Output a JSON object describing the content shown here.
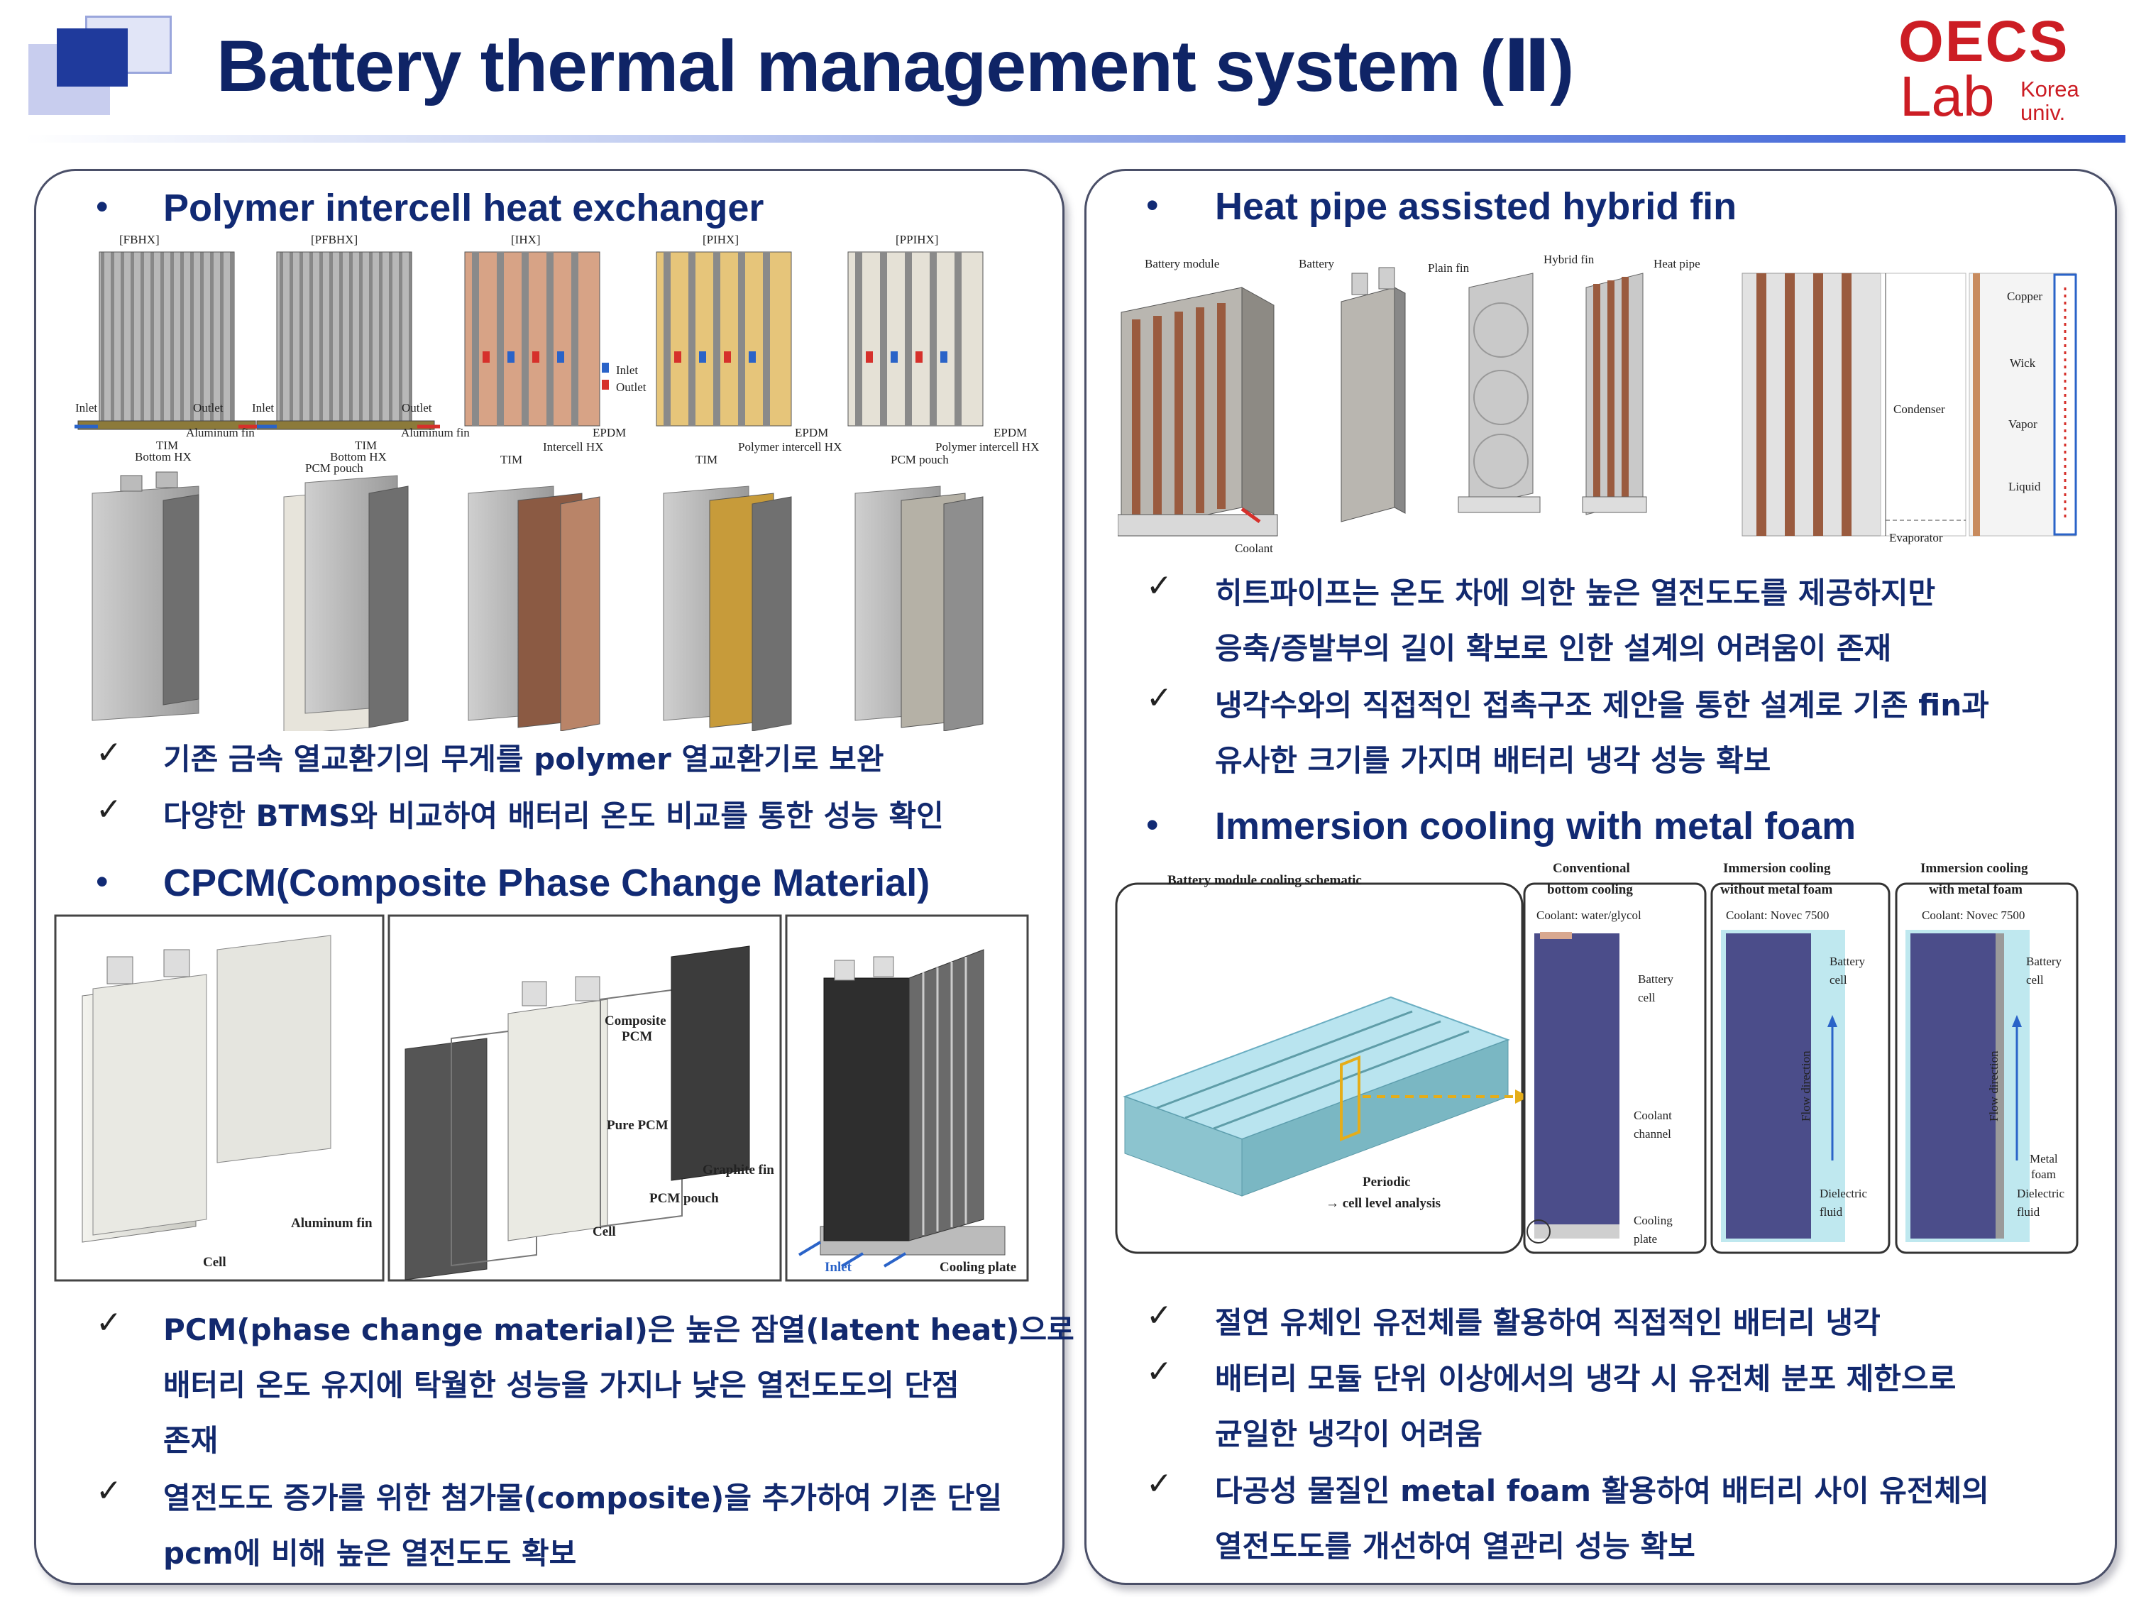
{
  "header": {
    "title": "Battery thermal management system (Ⅱ)",
    "lab_logo": {
      "top": "OECS",
      "bottom": "Lab",
      "sub_line1": "Korea",
      "sub_line2": "univ."
    }
  },
  "left": {
    "section1": {
      "heading": "Polymer intercell heat exchanger",
      "fig_labels": {
        "fbhx": "[FBHX]",
        "pfbhx": "[PFBHX]",
        "ihx": "[IHX]",
        "pihx": "[PIHX]",
        "ppihx": "[PPIHX]",
        "inlet": "Inlet",
        "outlet": "Outlet",
        "aluminum_fin": "Aluminum fin",
        "tim": "TIM",
        "bottom_hx": "Bottom HX",
        "pcm_pouch": "PCM pouch",
        "intercell_hx": "Intercell HX",
        "epdm": "EPDM",
        "polymer_intercell_hx": "Polymer intercell HX"
      },
      "checks": [
        "기존 금속 열교환기의 무게를 polymer 열교환기로 보완",
        "다양한 BTMS와 비교하여 배터리 온도 비교를 통한 성능 확인"
      ]
    },
    "section2": {
      "heading": "CPCM(Composite Phase Change Material)",
      "fig_labels": {
        "cell": "Cell",
        "aluminum_fin": "Aluminum fin",
        "composite_pcm_1": "Composite",
        "composite_pcm_2": "PCM",
        "pure_pcm": "Pure PCM",
        "graphite_fin": "Graphite fin",
        "pcm_pouch": "PCM pouch",
        "cell2": "Cell",
        "inlet": "Inlet",
        "cooling_plate": "Cooling plate"
      },
      "checks": [
        {
          "line1": "PCM(phase change material)은 높은 잠열(latent heat)으로",
          "line2": "배터리 온도 유지에 탁월한 성능을 가지나 낮은 열전도도의 단점",
          "line3": "존재"
        },
        {
          "line1": "열전도도 증가를 위한 첨가물(composite)을 추가하여 기존 단일",
          "line2": "pcm에 비해 높은 열전도도 확보"
        }
      ]
    }
  },
  "right": {
    "section1": {
      "heading": "Heat pipe assisted hybrid fin",
      "fig_labels": {
        "battery_module": "Battery module",
        "battery": "Battery",
        "plain_fin": "Plain fin",
        "hybrid_fin": "Hybrid fin",
        "heat_pipe": "Heat pipe",
        "coolant": "Coolant",
        "condenser": "Condenser",
        "evaporator": "Evaporator",
        "copper": "Copper",
        "wick": "Wick",
        "vapor": "Vapor",
        "liquid": "Liquid"
      },
      "checks": [
        {
          "line1": "히트파이프는 온도 차에 의한 높은 열전도도를 제공하지만",
          "line2": "응축/증발부의 길이 확보로 인한 설계의 어려움이 존재"
        },
        {
          "line1": "냉각수와의 직접적인 접촉구조 제안을 통한 설계로 기존 fin과",
          "line2": "유사한 크기를 가지며 배터리 냉각 성능 확보"
        }
      ]
    },
    "section2": {
      "heading": "Immersion cooling with metal foam",
      "fig_labels": {
        "schematic_title": "Battery module cooling schematic",
        "periodic_1": "Periodic",
        "periodic_2": "→ cell level analysis",
        "col1_t1": "Conventional",
        "col1_t2": "bottom cooling",
        "col1_coolant": "Coolant: water/glycol",
        "col2_t1": "Immersion cooling",
        "col2_t2": "without metal foam",
        "col2_coolant": "Coolant: Novec 7500",
        "col3_t1": "Immersion cooling",
        "col3_t2": "with metal foam",
        "col3_coolant": "Coolant: Novec 7500",
        "battery": "Battery",
        "cell": "cell",
        "coolant": "Coolant",
        "channel": "channel",
        "cooling": "Cooling",
        "plate": "plate",
        "flow_direction": "Flow direction",
        "dielectric": "Dielectric",
        "fluid": "fluid",
        "metal": "Metal",
        "foam": "foam"
      },
      "checks": [
        {
          "line1": "절연 유체인 유전체를 활용하여 직접적인 배터리 냉각"
        },
        {
          "line1": "배터리 모듈 단위 이상에서의 냉각 시 유전체 분포 제한으로",
          "line2": "균일한 냉각이 어려움"
        },
        {
          "line1": "다공성 물질인 metal foam 활용하여 배터리 사이 유전체의",
          "line2": "열전도도를 개선하여 열관리 성능 확보"
        }
      ]
    }
  },
  "colors": {
    "title": "#0f2466",
    "lab_red": "#cc1d24",
    "heading": "#112a74",
    "accent_blue": "#2e57d4"
  }
}
